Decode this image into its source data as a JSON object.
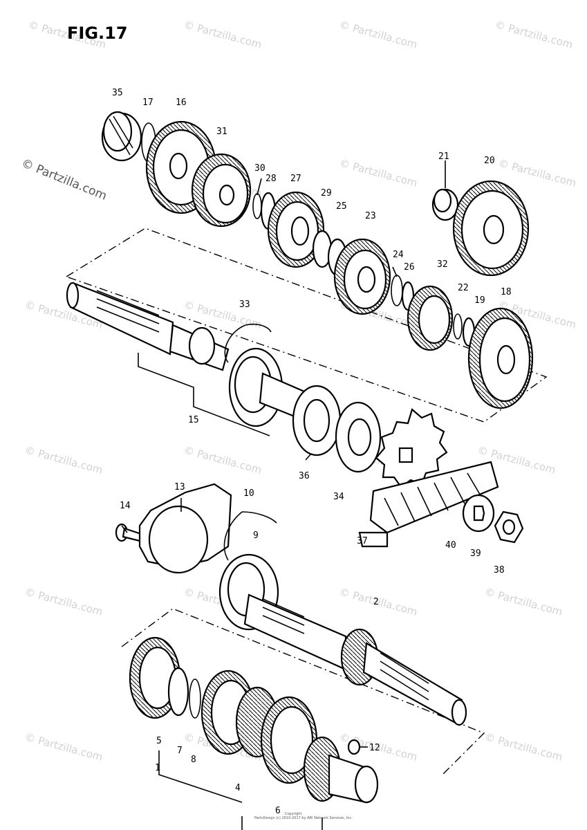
{
  "figure": {
    "title": "FIG.17",
    "watermark": "© Partzilla.com",
    "copyright_line1": "Copyright",
    "copyright_line2": "PartsDesign (c) 2010-2017 by ARI Network Services, Inc."
  },
  "callouts": {
    "c35": "35",
    "c17": "17",
    "c16": "16",
    "c31": "31",
    "c30": "30",
    "c28": "28",
    "c27": "27",
    "c29": "29",
    "c25": "25",
    "c23": "23",
    "c21": "21",
    "c20": "20",
    "c24": "24",
    "c26": "26",
    "c32": "32",
    "c22": "22",
    "c19": "19",
    "c18": "18",
    "c33": "33",
    "c15": "15",
    "c36": "36",
    "c34": "34",
    "c37": "37",
    "c40": "40",
    "c39": "39",
    "c38": "38",
    "c14": "14",
    "c13": "13",
    "c10": "10",
    "c9": "9",
    "c2": "2",
    "c12": "12",
    "c5": "5",
    "c7": "7",
    "c8": "8",
    "c4": "4",
    "c6": "6",
    "c1": "1"
  }
}
